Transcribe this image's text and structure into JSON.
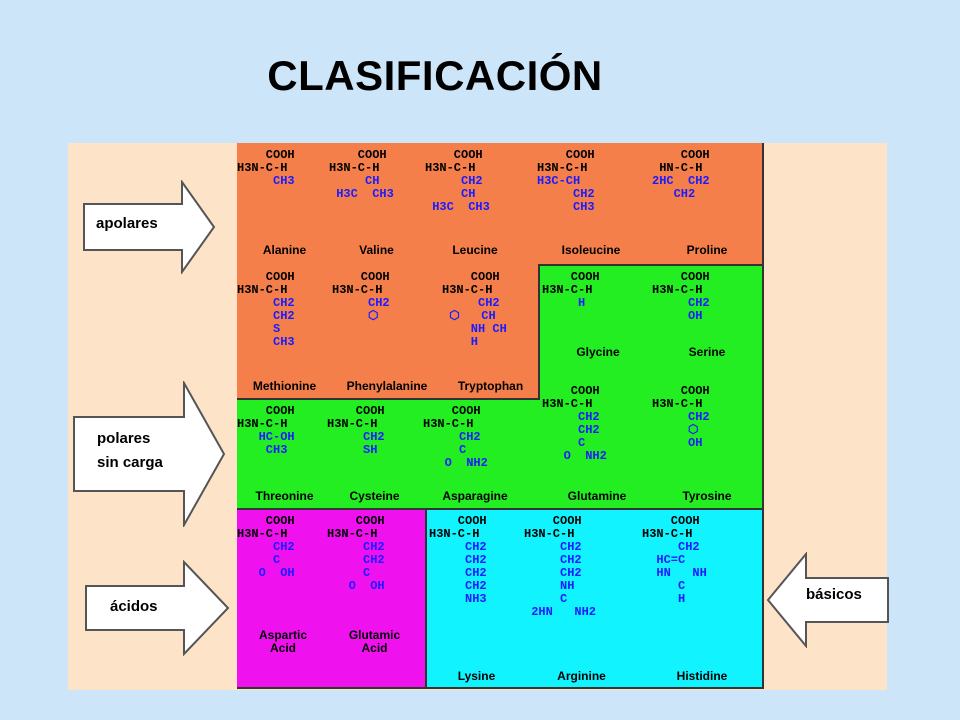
{
  "title": "CLASIFICACIÓN",
  "colors": {
    "background": "#cce5f8",
    "panel": "#fde3c8",
    "apolar": "#f47f4b",
    "polar": "#22ee22",
    "acid": "#f012ee",
    "basic": "#11f4ff",
    "sidechain": "#1b1bff"
  },
  "categories": {
    "apolares": "apolares",
    "polares_line1": "polares",
    "polares_line2": "sin carga",
    "acidos": "ácidos",
    "basicos": "básicos"
  },
  "amino_acids": [
    {
      "id": "alanine",
      "name": "Alanine",
      "group": "apolar",
      "base": "    COOH\nH3N-C-H",
      "side": "     CH3"
    },
    {
      "id": "valine",
      "name": "Valine",
      "group": "apolar",
      "base": "    COOH\nH3N-C-H",
      "side": "     CH\n H3C  CH3"
    },
    {
      "id": "leucine",
      "name": "Leucine",
      "group": "apolar",
      "base": "    COOH\nH3N-C-H",
      "side": "     CH2\n     CH\n H3C  CH3"
    },
    {
      "id": "isoleucine",
      "name": "Isoleucine",
      "group": "apolar",
      "base": "    COOH\nH3N-C-H",
      "side": "H3C-CH\n     CH2\n     CH3"
    },
    {
      "id": "proline",
      "name": "Proline",
      "group": "apolar",
      "base": "    COOH\n HN-C-H",
      "side": "2HC  CH2\n   CH2"
    },
    {
      "id": "methionine",
      "name": "Methionine",
      "group": "apolar",
      "base": "    COOH\nH3N-C-H",
      "side": "     CH2\n     CH2\n     S\n     CH3"
    },
    {
      "id": "phenylalanine",
      "name": "Phenylalanine",
      "group": "apolar",
      "base": "    COOH\nH3N-C-H",
      "side": "     CH2\n     ⬡"
    },
    {
      "id": "tryptophan",
      "name": "Tryptophan",
      "group": "apolar",
      "base": "    COOH\nH3N-C-H",
      "side": "     CH2\n ⬡   CH\n    NH CH\n    H"
    },
    {
      "id": "glycine",
      "name": "Glycine",
      "group": "polar",
      "base": "    COOH\nH3N-C-H",
      "side": "     H"
    },
    {
      "id": "serine",
      "name": "Serine",
      "group": "polar",
      "base": "    COOH\nH3N-C-H",
      "side": "     CH2\n     OH"
    },
    {
      "id": "threonine",
      "name": "Threonine",
      "group": "polar",
      "base": "    COOH\nH3N-C-H",
      "side": "   HC-OH\n    CH3"
    },
    {
      "id": "cysteine",
      "name": "Cysteine",
      "group": "polar",
      "base": "    COOH\nH3N-C-H",
      "side": "     CH2\n     SH"
    },
    {
      "id": "asparagine",
      "name": "Asparagine",
      "group": "polar",
      "base": "    COOH\nH3N-C-H",
      "side": "     CH2\n     C\n   O  NH2"
    },
    {
      "id": "glutamine",
      "name": "Glutamine",
      "group": "polar",
      "base": "    COOH\nH3N-C-H",
      "side": "     CH2\n     CH2\n     C\n   O  NH2"
    },
    {
      "id": "tyrosine",
      "name": "Tyrosine",
      "group": "polar",
      "base": "    COOH\nH3N-C-H",
      "side": "     CH2\n     ⬡\n     OH"
    },
    {
      "id": "aspartic",
      "name": "Aspartic\nAcid",
      "group": "acid",
      "base": "    COOH\nH3N-C-H",
      "side": "     CH2\n     C\n   O  OH"
    },
    {
      "id": "glutamic",
      "name": "Glutamic\nAcid",
      "group": "acid",
      "base": "    COOH\nH3N-C-H",
      "side": "     CH2\n     CH2\n     C\n   O  OH"
    },
    {
      "id": "lysine",
      "name": "Lysine",
      "group": "basic",
      "base": "    COOH\nH3N-C-H",
      "side": "     CH2\n     CH2\n     CH2\n     CH2\n     NH3"
    },
    {
      "id": "arginine",
      "name": "Arginine",
      "group": "basic",
      "base": "    COOH\nH3N-C-H",
      "side": "     CH2\n     CH2\n     CH2\n     NH\n     C\n 2HN   NH2"
    },
    {
      "id": "histidine",
      "name": "Histidine",
      "group": "basic",
      "base": "    COOH\nH3N-C-H",
      "side": "     CH2\n  HC=C\n  HN   NH\n     C\n     H"
    }
  ]
}
